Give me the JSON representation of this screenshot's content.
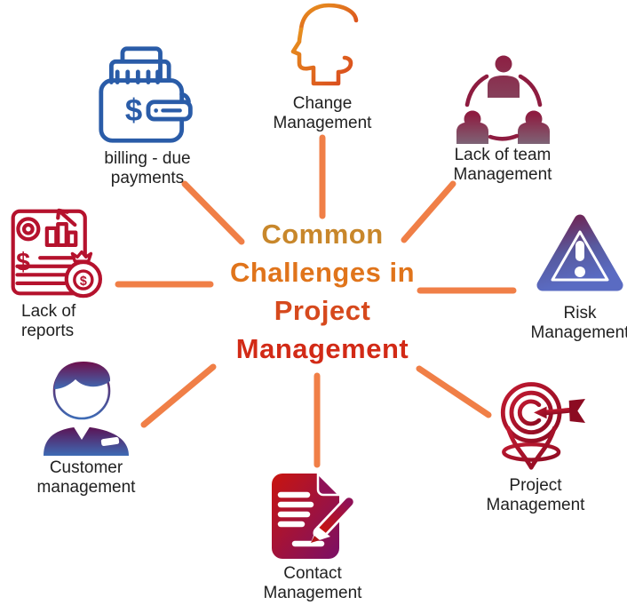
{
  "title": {
    "lines": [
      "Common",
      "Challenges in",
      "Project",
      "Management"
    ],
    "colors": [
      "#C8872B",
      "#E0741B",
      "#D6491D",
      "#D22A16"
    ]
  },
  "nodes": [
    {
      "id": "change-management",
      "icon": "head-profile-lines-icon",
      "label_lines": [
        "Change",
        "Management"
      ]
    },
    {
      "id": "lack-of-team-management",
      "icon": "team-circle-icon",
      "label_lines": [
        "Lack of team",
        "Management"
      ]
    },
    {
      "id": "risk-management",
      "icon": "warning-triangle-icon",
      "label_lines": [
        "Risk",
        "Management"
      ]
    },
    {
      "id": "project-management",
      "icon": "target-pin-arrow-icon",
      "label_lines": [
        "Project",
        "Management"
      ]
    },
    {
      "id": "contact-management",
      "icon": "document-pencil-icon",
      "label_lines": [
        "Contact",
        "Management"
      ]
    },
    {
      "id": "customer-management",
      "icon": "person-bust-icon",
      "label_lines": [
        "Customer",
        "management"
      ]
    },
    {
      "id": "lack-of-reports",
      "icon": "report-money-bag-icon",
      "label_lines": [
        "Lack of",
        "reports"
      ]
    },
    {
      "id": "billing-due-payments",
      "icon": "wallet-icon",
      "label_lines": [
        "billing - due",
        "payments"
      ]
    }
  ],
  "colors": {
    "connector": "#F07F47",
    "label_text": "#212121",
    "billing_blue": "#2A5CA8",
    "change_orange_start": "#E8941F",
    "change_orange_end": "#D9481D",
    "team_maroon": "#8E1C40",
    "team_gray_purple": "#7E6476",
    "risk_purple_top": "#71204F",
    "risk_blue_bottom": "#5A6BC2",
    "project_crimson": "#C11A31",
    "project_dark_red": "#8C0B22",
    "contact_red": "#C9150F",
    "contact_purple": "#7A1066",
    "customer_maroon": "#6E0F4B",
    "customer_blue": "#3E6BB5",
    "reports_crimson": "#B5122D"
  }
}
